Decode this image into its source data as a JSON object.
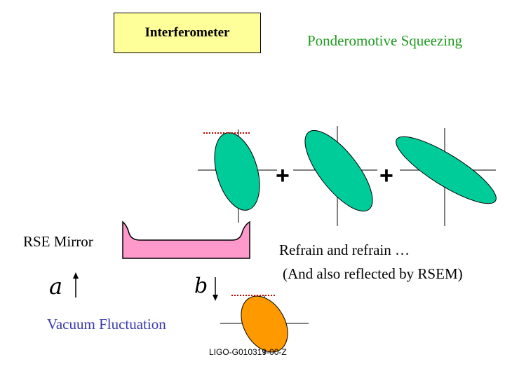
{
  "title": "Interferometer",
  "subtitle": "Ponderomotive Squeezing",
  "mirror_label": "RSE Mirror",
  "refrain_line1": "Refrain and refrain …",
  "refrain_line2": "(And also reflected by RSEM)",
  "vacuum_label": "Vacuum Fluctuation",
  "doc_id": "LIGO-G010319-00-Z",
  "operators": {
    "plus1": "+",
    "plus2": "+"
  },
  "symbols": {
    "a": "a",
    "b": "b"
  },
  "colors": {
    "title_box": "#ffff99",
    "green_ellipse": "#00cc99",
    "orange_ellipse": "#ff9900",
    "mirror_fill": "#ff99cc",
    "subtitle_text": "#1f9a1f",
    "vacuum_text": "#3a3ab0",
    "dotted_line": "#cc0000"
  }
}
